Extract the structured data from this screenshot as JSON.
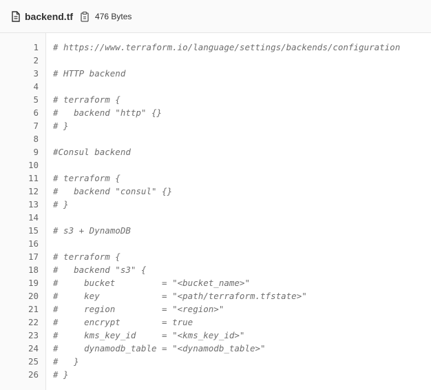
{
  "header": {
    "file_name": "backend.tf",
    "file_size": "476 Bytes",
    "file_icon": "file-icon",
    "copy_icon": "copy-icon"
  },
  "colors": {
    "comment": "#6e6e6e",
    "line_number": "#666666",
    "gutter_bg": "#fafafa",
    "border": "#e5e5e5"
  },
  "code": {
    "lines": [
      "# https://www.terraform.io/language/settings/backends/configuration",
      "",
      "# HTTP backend",
      "",
      "# terraform {",
      "#   backend \"http\" {}",
      "# }",
      "",
      "#Consul backend",
      "",
      "# terraform {",
      "#   backend \"consul\" {}",
      "# }",
      "",
      "# s3 + DynamoDB",
      "",
      "# terraform {",
      "#   backend \"s3\" {",
      "#     bucket         = \"<bucket_name>\"",
      "#     key            = \"<path/terraform.tfstate>\"",
      "#     region         = \"<region>\"",
      "#     encrypt        = true",
      "#     kms_key_id     = \"<kms_key_id>\"",
      "#     dynamodb_table = \"<dynamodb_table>\"",
      "#   }",
      "# }"
    ]
  }
}
